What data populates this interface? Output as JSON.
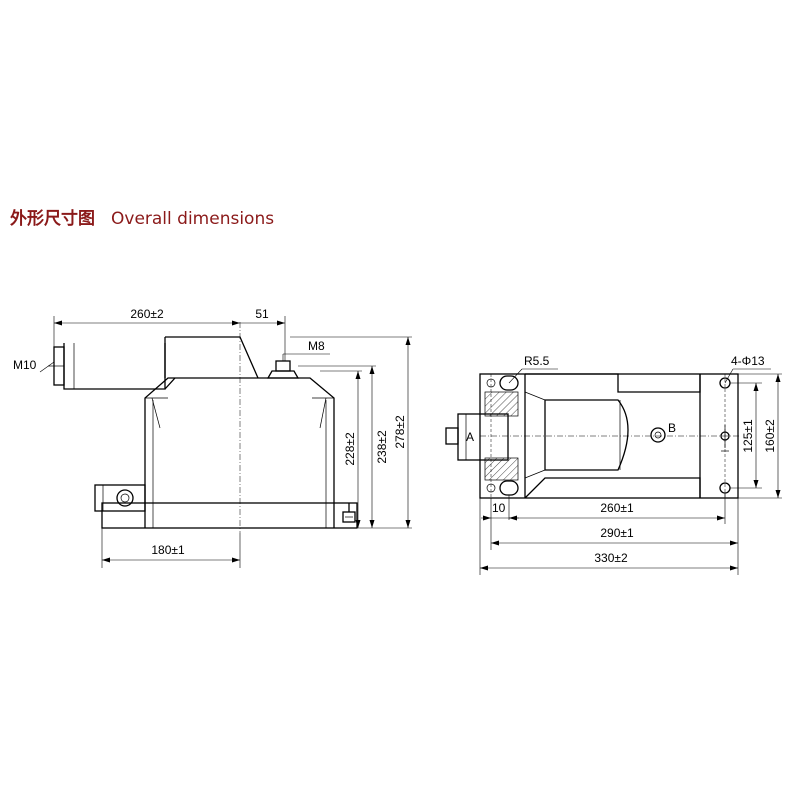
{
  "title": {
    "chinese": "外形尺寸图",
    "english": "Overall dimensions"
  },
  "front_view": {
    "dim_width_top": "260±2",
    "dim_offset": "51",
    "label_thread_left": "M10",
    "label_thread_bolt": "M8",
    "dim_height_1": "228±2",
    "dim_height_2": "238±2",
    "dim_height_3": "278±2",
    "dim_base": "180±1"
  },
  "top_view": {
    "label_slot_radius": "R5.5",
    "label_holes": "4-Φ13",
    "terminal_a": "A",
    "terminal_b": "B",
    "dim_slot_offset": "10",
    "dim_hole_span": "260±1",
    "dim_slot_span": "290±1",
    "dim_length": "330±2",
    "dim_hole_pitch": "125±1",
    "dim_width": "160±2"
  }
}
